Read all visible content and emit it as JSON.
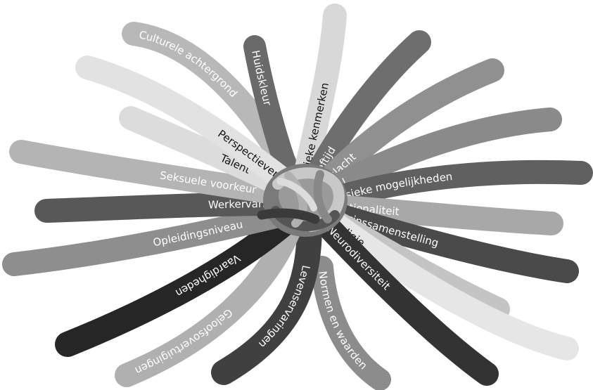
{
  "ribbons": [
    {
      "label": "Culturele achtergrond",
      "shade": "#b8b8b8",
      "text": "#ffffff"
    },
    {
      "label": "Huidskleur",
      "shade": "#6a6a6a",
      "text": "#ffffff"
    },
    {
      "label": "Fysieke kenmerken",
      "shade": "#d8d8d8",
      "text": "#111111"
    },
    {
      "label": "Leeftijd",
      "shade": "#6e6e6e",
      "text": "#ffffff"
    },
    {
      "label": "Geslacht",
      "shade": "#909090",
      "text": "#ffffff"
    },
    {
      "label": "Taal",
      "shade": "#8a8a8a",
      "text": "#ffffff"
    },
    {
      "label": "Fysieke mogelijkheden",
      "shade": "#606060",
      "text": "#ffffff"
    },
    {
      "label": "Nationaliteit",
      "shade": "#a8a8a8",
      "text": "#ffffff"
    },
    {
      "label": "Gezinssamenstelling",
      "shade": "#4a4a4a",
      "text": "#ffffff"
    },
    {
      "label": "Etniciteit",
      "shade": "#c4c4c4",
      "text": "#ffffff"
    },
    {
      "label": "Religie",
      "shade": "#e6e6e6",
      "text": "#111111"
    },
    {
      "label": "Neurodiversiteit",
      "shade": "#333333",
      "text": "#ffffff"
    },
    {
      "label": "Normen en waarden",
      "shade": "#8c8c8c",
      "text": "#ffffff"
    },
    {
      "label": "Levenservaringen",
      "shade": "#404040",
      "text": "#ffffff"
    },
    {
      "label": "Geloofsovertuigingen",
      "shade": "#b0b0b0",
      "text": "#ffffff"
    },
    {
      "label": "Vaardigheden",
      "shade": "#262626",
      "text": "#ffffff"
    },
    {
      "label": "Opleidingsniveau",
      "shade": "#8e8e8e",
      "text": "#ffffff"
    },
    {
      "label": "Werkervaring",
      "shade": "#585858",
      "text": "#ffffff"
    },
    {
      "label": "Seksuele voorkeur",
      "shade": "#b4b4b4",
      "text": "#ffffff"
    },
    {
      "label": "Talent",
      "shade": "#dcdcdc",
      "text": "#111111"
    },
    {
      "label": "Perspectieven",
      "shade": "#e2e2e2",
      "text": "#111111"
    }
  ]
}
